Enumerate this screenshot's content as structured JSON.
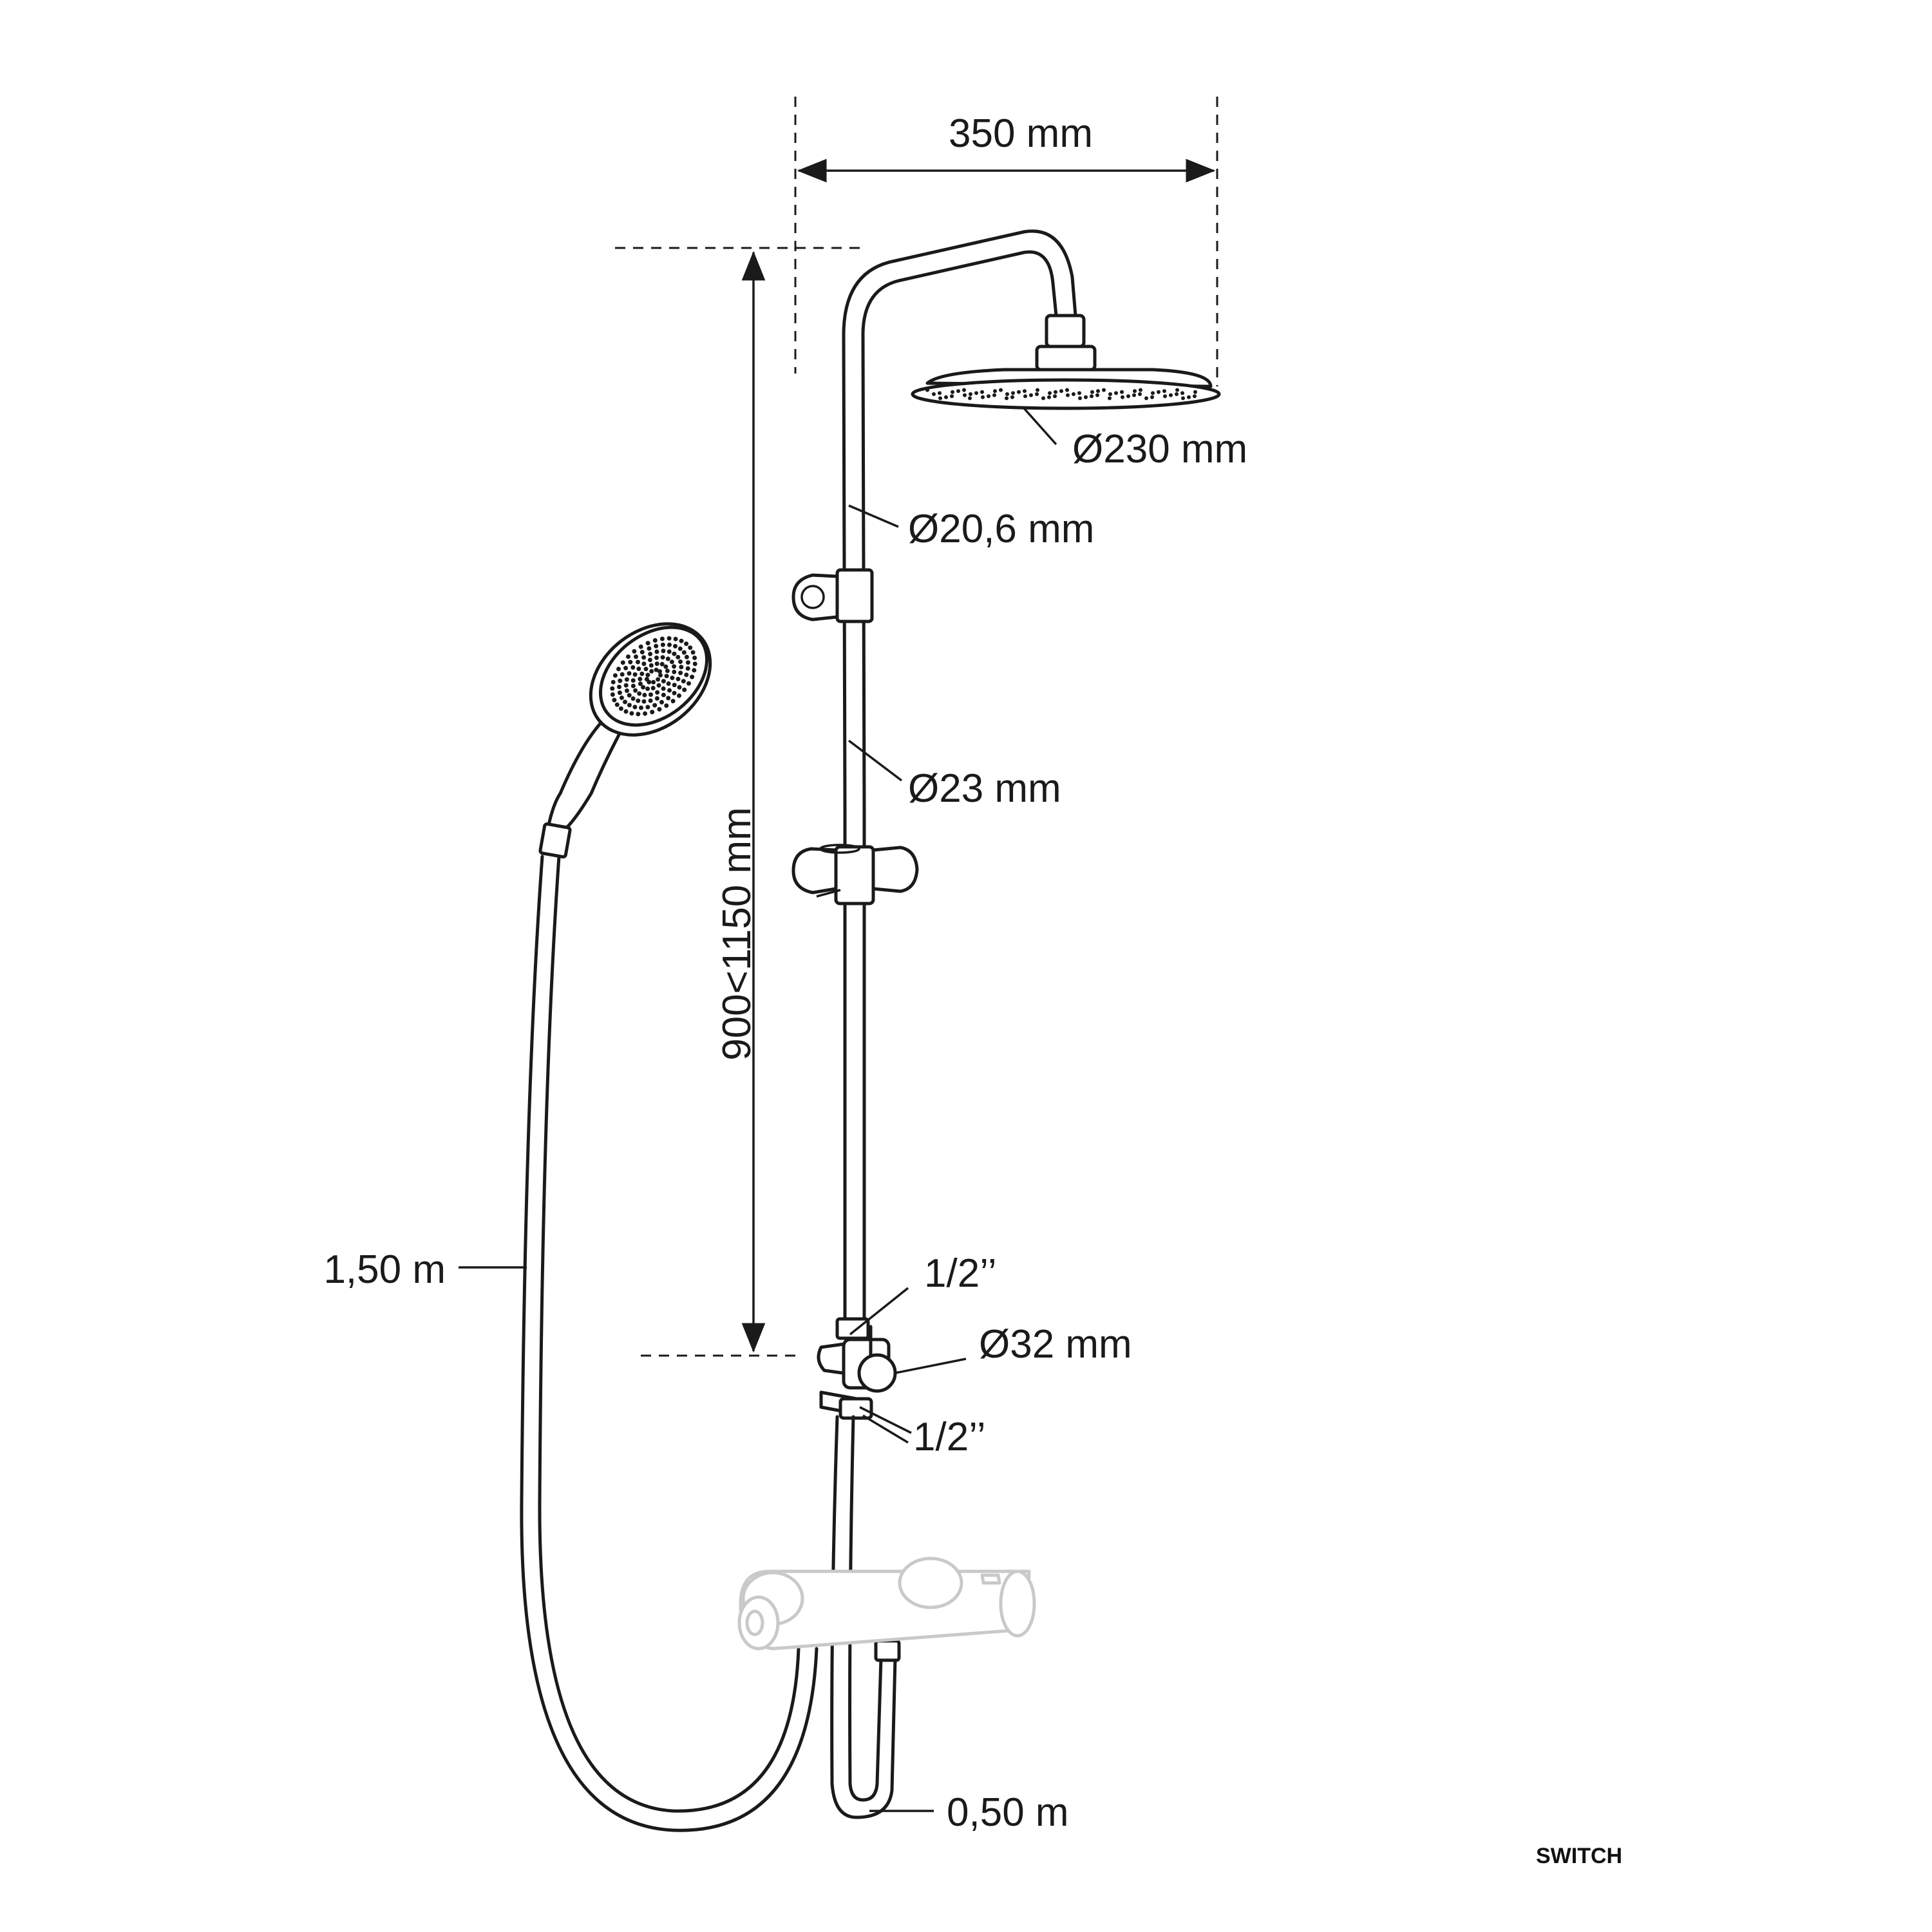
{
  "dimensions": {
    "head_spread": "350 mm",
    "head_diameter": "Ø230 mm",
    "upper_pipe_diameter": "Ø20,6 mm",
    "lower_pipe_diameter": "Ø23 mm",
    "height_range": "900<1150 mm",
    "hose_length": "1,50 m",
    "inlet_thread_top": "1/2’’",
    "diverter_diameter": "Ø32 mm",
    "outlet_thread": "1/2’’",
    "connection_hose_length": "0,50 m"
  },
  "brand": "SWITCH",
  "colors": {
    "line": "#1a1a1a",
    "ghost_mixer": "#c9c9c9",
    "background": "#ffffff"
  }
}
